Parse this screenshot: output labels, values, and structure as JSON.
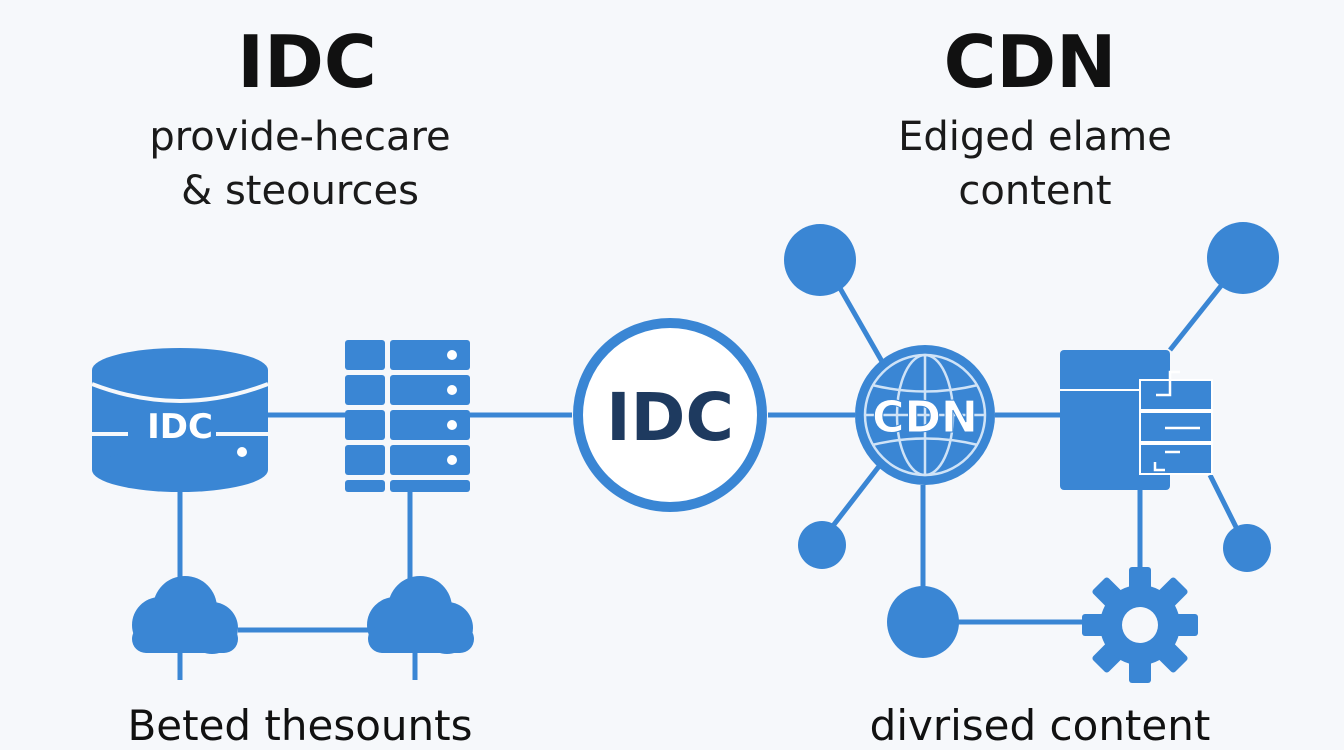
{
  "left": {
    "title": "IDC",
    "subtitle_line1": "provide-hecare",
    "subtitle_line2": "& steources",
    "caption": "Beted thesounts",
    "database_label": "IDC"
  },
  "center": {
    "hub_label": "IDC"
  },
  "right": {
    "title": "CDN",
    "subtitle_line1": "Ediged elame",
    "subtitle_line2": "content",
    "caption": "divrised content",
    "globe_label": "CDN"
  },
  "colors": {
    "accent": "#3a86d4",
    "hub_text": "#1e3a5f",
    "text": "#111111",
    "background": "#f6f8fb"
  },
  "icons": [
    "database-icon",
    "server-rack-icon",
    "cloud-icon",
    "globe-icon",
    "server-panel-icon",
    "gear-icon"
  ]
}
